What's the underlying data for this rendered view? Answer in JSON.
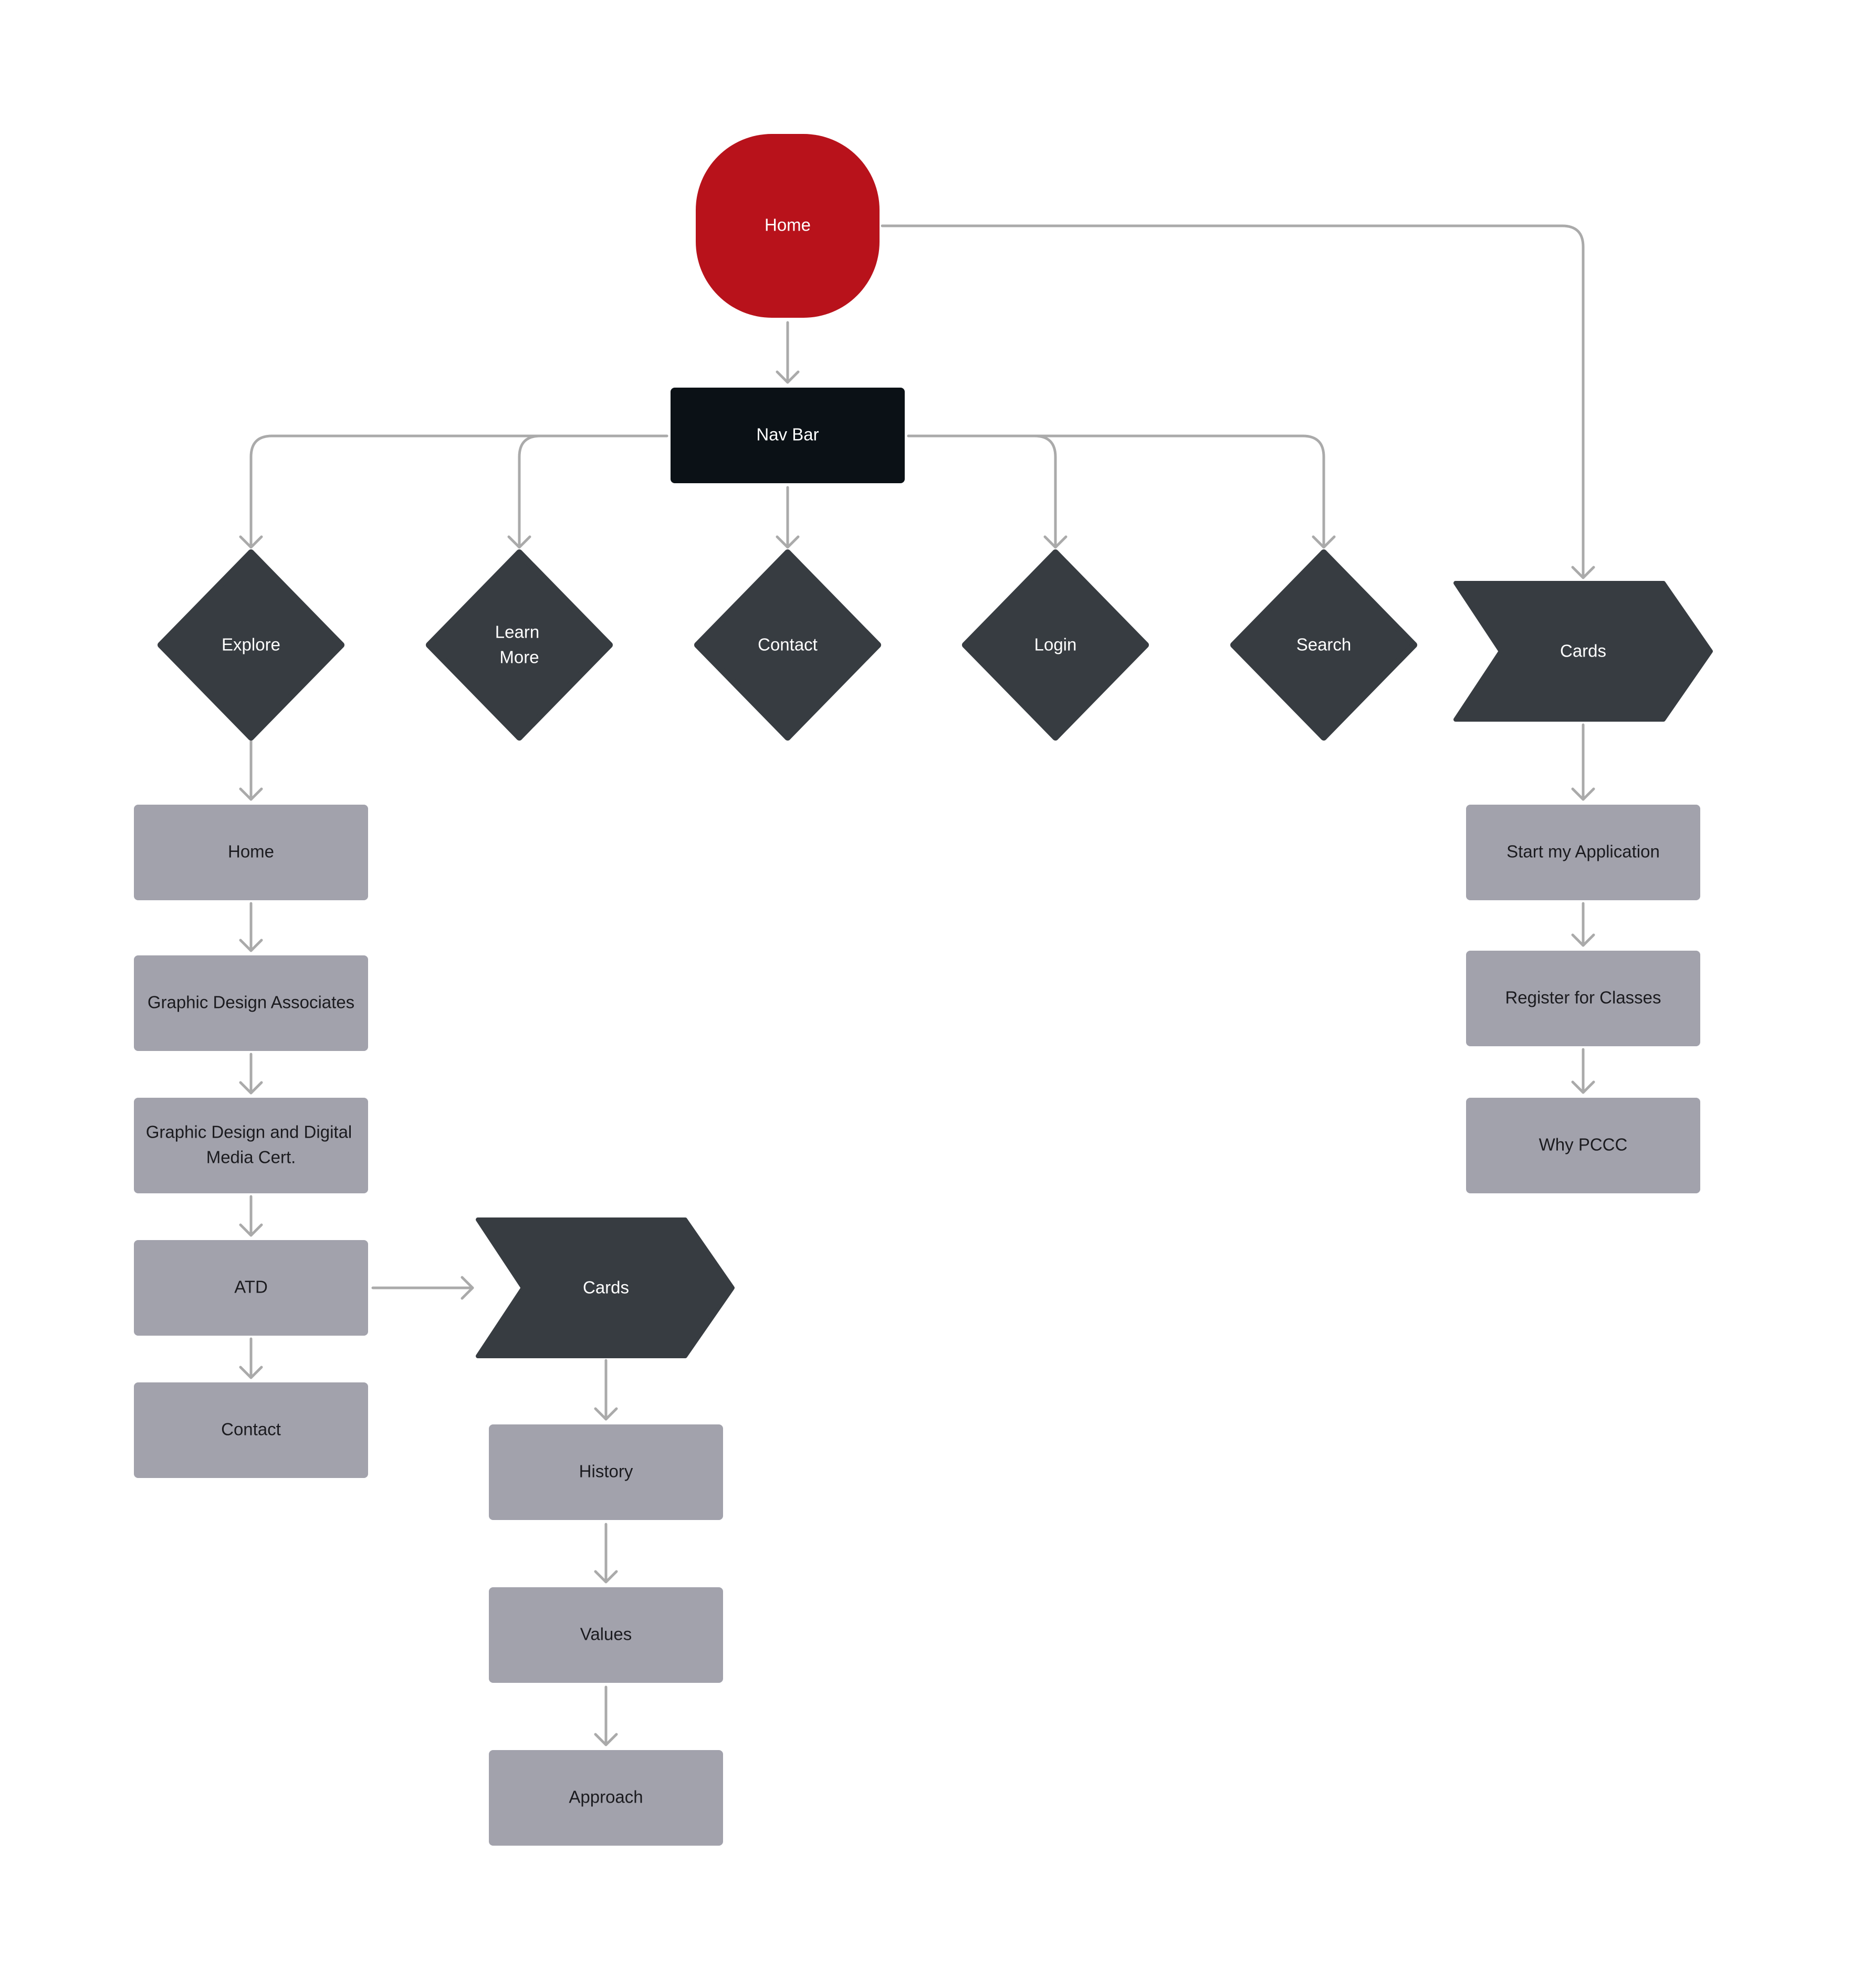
{
  "nodes": {
    "home_root": {
      "label": "Home"
    },
    "nav_bar": {
      "label": "Nav Bar"
    },
    "explore": {
      "label": "Explore"
    },
    "learn_more": {
      "label_line1": "Learn",
      "label_line2": "More"
    },
    "contact_decision": {
      "label": "Contact"
    },
    "login": {
      "label": "Login"
    },
    "search": {
      "label": "Search"
    },
    "cards_right": {
      "label": "Cards"
    },
    "explore_home": {
      "label": "Home"
    },
    "graphic_design_associates": {
      "label": "Graphic Design Associates"
    },
    "graphic_design_digital_media": {
      "label_line1": "Graphic Design and Digital",
      "label_line2": "Media Cert."
    },
    "atd": {
      "label": "ATD"
    },
    "explore_contact": {
      "label": "Contact"
    },
    "cards_left": {
      "label": "Cards"
    },
    "history": {
      "label": "History"
    },
    "values": {
      "label": "Values"
    },
    "approach": {
      "label": "Approach"
    },
    "start_application": {
      "label": "Start my Application"
    },
    "register_classes": {
      "label": "Register for Classes"
    },
    "why_pccc": {
      "label": "Why PCCC"
    }
  },
  "colors": {
    "home_fill": "#b8121b",
    "nav_fill": "#0b1116",
    "decision_fill": "#373c41",
    "page_fill": "#a2a2ac",
    "connector": "#aaaaaa"
  }
}
